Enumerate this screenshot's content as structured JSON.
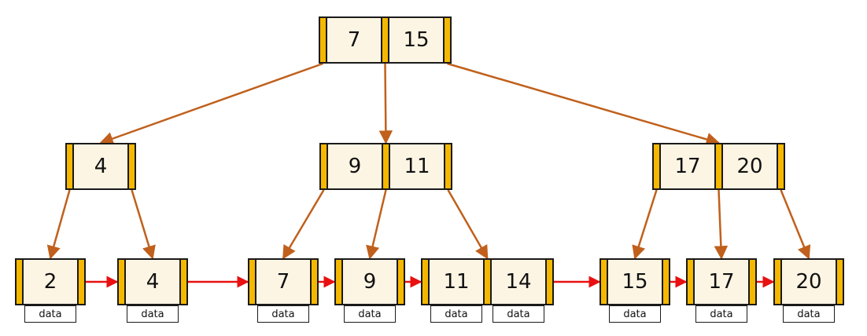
{
  "colors": {
    "pointer": "#f5b800",
    "key_bg": "#fdf5e4",
    "tree_edge": "#c0601c",
    "leaf_link": "#e81010"
  },
  "data_label": "data",
  "root": {
    "keys": [
      "7",
      "15"
    ]
  },
  "internal": [
    {
      "keys": [
        "4"
      ]
    },
    {
      "keys": [
        "9",
        "11"
      ]
    },
    {
      "keys": [
        "17",
        "20"
      ]
    }
  ],
  "leaves": [
    {
      "keys": [
        "2"
      ]
    },
    {
      "keys": [
        "4"
      ]
    },
    {
      "keys": [
        "7"
      ]
    },
    {
      "keys": [
        "9"
      ]
    },
    {
      "keys": [
        "11",
        "14"
      ]
    },
    {
      "keys": [
        "15"
      ]
    },
    {
      "keys": [
        "17"
      ]
    },
    {
      "keys": [
        "20"
      ]
    }
  ]
}
